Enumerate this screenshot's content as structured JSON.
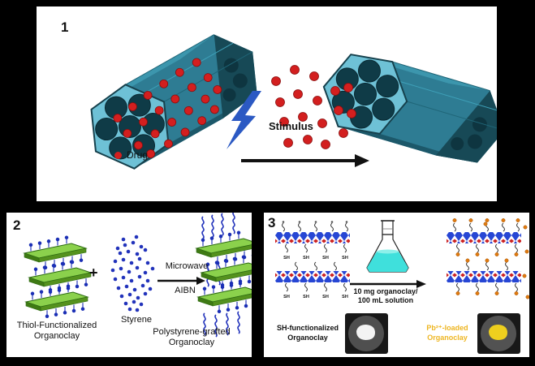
{
  "panel1": {
    "number": "1",
    "stimulus": "Stimulus",
    "drug": "Drug"
  },
  "panel2": {
    "number": "2",
    "plus": "+",
    "styrene": "Styrene",
    "microwave": "Microwave",
    "aibn": "AIBN",
    "reactant_label_line1": "Thiol-Functionalized",
    "reactant_label_line2": "Organoclay",
    "product_label_line1": "Polystyrene-grafted",
    "product_label_line2": "Organoclay"
  },
  "panel3": {
    "number": "3",
    "condition_line1": "10 mg organoclay/",
    "condition_line2": "100 mL solution",
    "sh": "SH",
    "left_photo_label_line1": "SH-functionalized",
    "left_photo_label_line2": "Organoclay",
    "right_photo_label_line1": "Pb²⁺-loaded",
    "right_photo_label_line2": "Organoclay"
  },
  "icons": {
    "stimulus_bolt": "lightning-bolt",
    "reaction_flask": "erlenmeyer-flask"
  },
  "colors": {
    "nanotube_teal": "#2e7c93",
    "nanotube_face": "#6ec1d6",
    "drug_red": "#d31f1f",
    "stimulus_blue": "#2b59c3",
    "clay_green": "#8bd14c",
    "polymer_blue": "#2233bb",
    "triangle_blue": "#2746d4",
    "diamond_red": "#cc2222",
    "pb_orange": "#e07b10",
    "pb_label_yellow": "#eeb622",
    "liquid_cyan": "#3fe0dc"
  }
}
